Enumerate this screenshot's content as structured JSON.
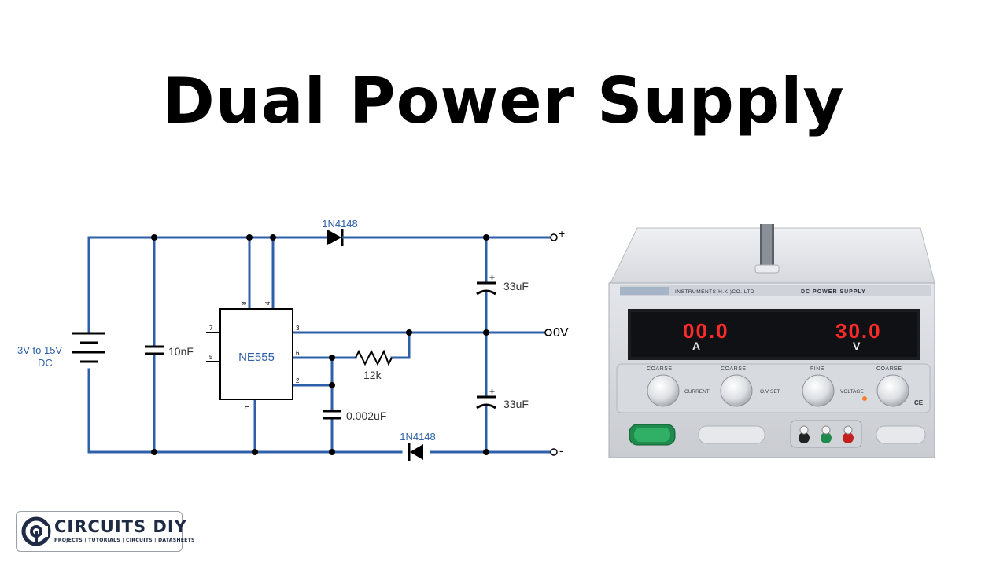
{
  "title": "Dual Power Supply",
  "schematic": {
    "diode_top": "1N4148",
    "diode_bottom": "1N4148",
    "terminal_plus": "+",
    "terminal_zero": "0V",
    "terminal_minus": "-",
    "cap_top": "33uF",
    "cap_bottom": "33uF",
    "cap_plus_top": "+",
    "cap_plus_bottom": "+",
    "cap_input": "10nF",
    "cap_timing": "0.002uF",
    "resistor": "12k",
    "ic_label": "NE555",
    "pins": {
      "p8": "8",
      "p4": "4",
      "p7": "7",
      "p5": "5",
      "p3": "3",
      "p6": "6",
      "p2": "2",
      "p1": "1"
    },
    "battery_label_1": "3V to 15V",
    "battery_label_2": "DC"
  },
  "psu": {
    "brand_text": "INSTRUMENTS(H.K.)CO.,LTD",
    "model_text": "DC POWER SUPPLY",
    "display_current": "00.0",
    "display_voltage": "30.0",
    "unit_current": "A",
    "unit_voltage": "V",
    "knob_labels": [
      "COARSE",
      "COARSE",
      "FINE",
      "COARSE"
    ],
    "mid_labels": [
      "CURRENT",
      "O.V SET",
      "VOLTAGE"
    ],
    "ce_mark": "CE",
    "display_color": "#ff2a2a",
    "panel_color": "#d9dde4"
  },
  "logo": {
    "brand": "CIRCUITS DIY",
    "tagline": "PROJECTS | TUTORIALS | CIRCUITS | DATASHEETS"
  },
  "colors": {
    "wire": "#2e5fa8",
    "accent": "#1f2a44"
  }
}
